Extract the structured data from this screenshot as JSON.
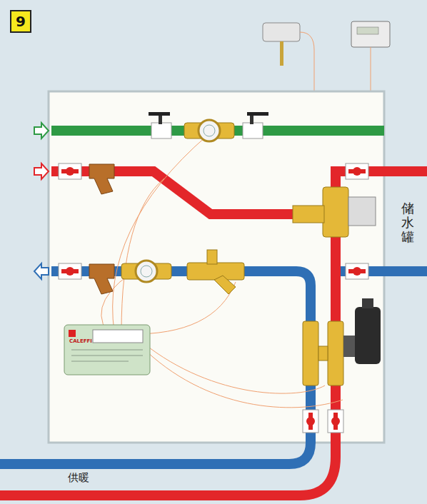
{
  "diagram": {
    "nodes": [
      {
        "text": [
          "9"
        ]
      }
    ],
    "labels": [
      "储水罐",
      "供暖",
      "CALEFFI"
    ]
  }
}
